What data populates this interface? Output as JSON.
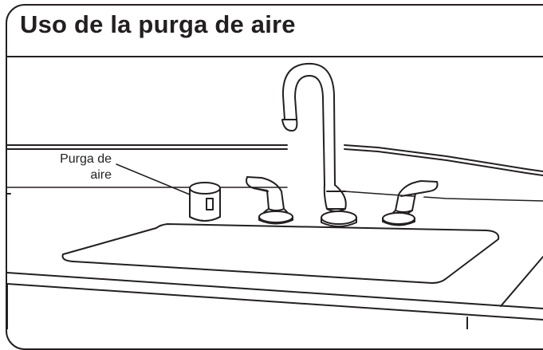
{
  "title": "Uso de la purga de aire",
  "callout": {
    "line1": "Purga de",
    "line2": "aire"
  },
  "colors": {
    "ink": "#231f20",
    "background": "#ffffff"
  },
  "icons": [
    "faucet-icon",
    "air-gap-icon",
    "handle-icon",
    "sink-icon"
  ]
}
